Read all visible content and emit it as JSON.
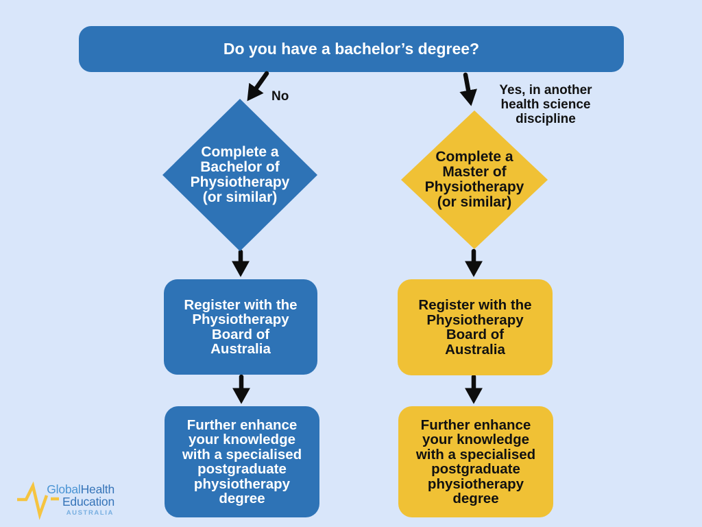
{
  "title": "Physiotherapy study pathway flowchart",
  "colors": {
    "background": "#D9E6FA",
    "blue_node": "#2E73B6",
    "yellow_node": "#F0C135",
    "arrow_black": "#0D0D0D",
    "white_text": "#FFFFFF",
    "dark_text": "#111111",
    "logo_blue_light": "#4A94D4",
    "logo_blue_dark": "#3674B8",
    "logo_blue_pale": "#77AEE0",
    "logo_yellow": "#F5C440"
  },
  "header": {
    "question": "Do you have a bachelor’s degree?"
  },
  "branch_no": {
    "label": "No",
    "diamond_text": "Complete a\nBachelor of\nPhysiotherapy\n(or similar)",
    "register_text": "Register with the\nPhysiotherapy\nBoard of\nAustralia",
    "enhance_text": "Further enhance\nyour knowledge\nwith a specialised\npostgraduate\nphysiotherapy\ndegree"
  },
  "branch_yes": {
    "label": "Yes, in another\nhealth science\ndiscipline",
    "diamond_text": "Complete a\nMaster of\nPhysiotherapy\n(or similar)",
    "register_text": "Register with the\nPhysiotherapy\nBoard of\nAustralia",
    "enhance_text": "Further enhance\nyour knowledge\nwith a specialised\npostgraduate\nphysiotherapy\ndegree"
  },
  "logo": {
    "brand_part1": "Global",
    "brand_part2": "Health",
    "line2": "Education",
    "country": "AUSTRALIA"
  }
}
